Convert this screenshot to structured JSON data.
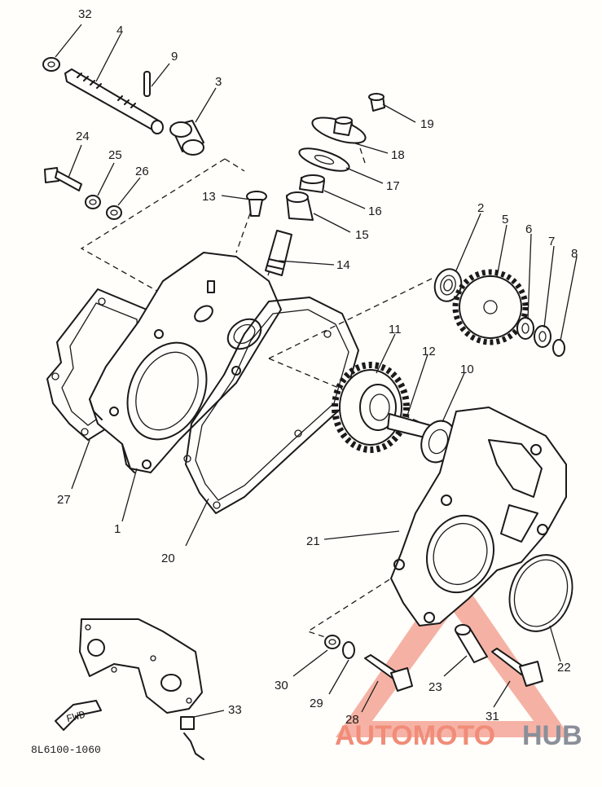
{
  "diagram_code": "8L6100-1060",
  "fwd_label": "FWD",
  "watermark": {
    "word_a": "AUTOMOTO",
    "word_b": "HUB",
    "color_a": "#f08c78",
    "color_b": "#8a8f99"
  },
  "callouts": {
    "c1": "1",
    "c2": "2",
    "c3": "3",
    "c4": "4",
    "c5": "5",
    "c6": "6",
    "c7": "7",
    "c8": "8",
    "c9": "9",
    "c10": "10",
    "c11": "11",
    "c12": "12",
    "c13": "13",
    "c14": "14",
    "c15": "15",
    "c16": "16",
    "c17": "17",
    "c18": "18",
    "c19": "19",
    "c20": "20",
    "c21": "21",
    "c22": "22",
    "c23": "23",
    "c24": "24",
    "c25": "25",
    "c26": "26",
    "c27": "27",
    "c28": "28",
    "c29": "29",
    "c30": "30",
    "c31": "31",
    "c32": "32",
    "c33": "33"
  }
}
